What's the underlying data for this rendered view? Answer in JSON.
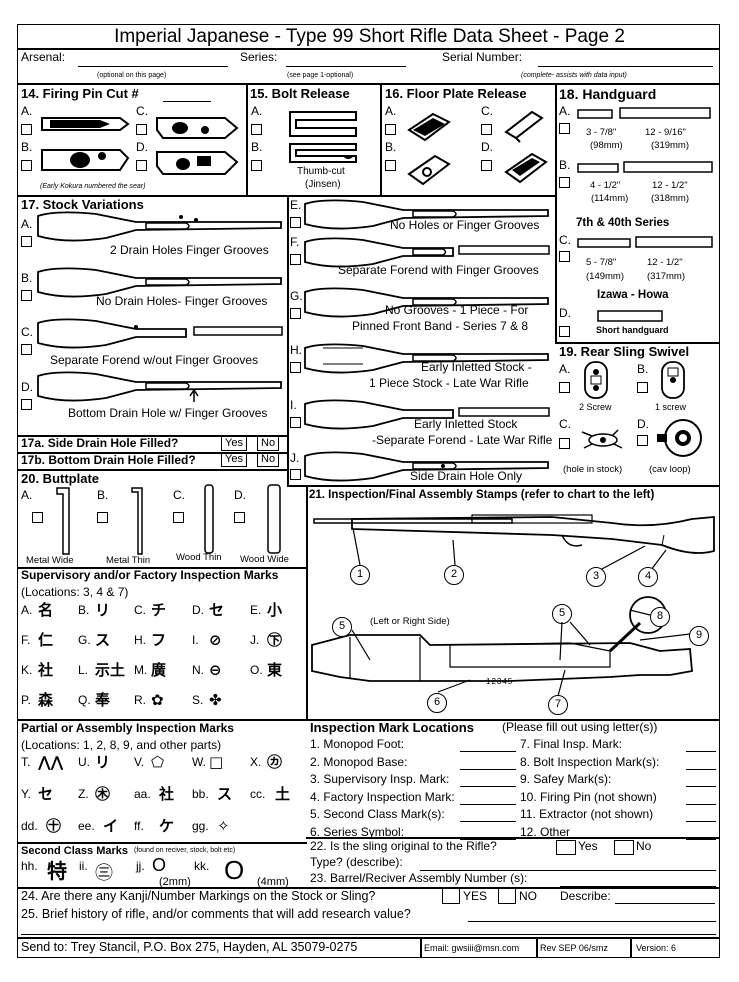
{
  "title": "Imperial Japanese - Type 99 Short Rifle Data Sheet - Page 2",
  "top": {
    "arsenal": "Arsenal:",
    "series": "Series:",
    "serial": "Serial Number:",
    "arsenal_note": "(optional on this page)",
    "series_note": "(see page 1-optional)",
    "serial_note": "(complete- assists with data input)"
  },
  "s14": {
    "title": "14. Firing Pin Cut #",
    "a": "A.",
    "b": "B.",
    "c": "C.",
    "d": "D.",
    "note": "(Early Kokura numbered the sear)"
  },
  "s15": {
    "title": "15. Bolt Release",
    "a": "A.",
    "b": "B.",
    "cap1": "Thumb-cut",
    "cap2": "(Jinsen)"
  },
  "s16": {
    "title": "16. Floor Plate Release",
    "a": "A.",
    "b": "B.",
    "c": "C.",
    "d": "D."
  },
  "s18": {
    "title": "18. Handguard",
    "a": "A.",
    "b": "B.",
    "c": "C.",
    "d": "D.",
    "a1": "3 - 7/8\"",
    "a1m": "(98mm)",
    "a2": "12 - 9/16\"",
    "a2m": "(319mm)",
    "b1": "4 - 1/2\"",
    "b1m": "(114mm)",
    "b2": "12 - 1/2\"",
    "b2m": "(318mm)",
    "series": "7th & 40th Series",
    "c1": "5 - 7/8\"",
    "c1m": "(149mm)",
    "c2": "12 - 1/2\"",
    "c2m": "(317mm)",
    "izawa": "Izawa - Howa",
    "short": "Short handguard"
  },
  "s17": {
    "title": "17. Stock Variations",
    "a": "A.",
    "b": "B.",
    "c": "C.",
    "d": "D.",
    "e": "E.",
    "f": "F.",
    "g": "G.",
    "h": "H.",
    "i": "I.",
    "j": "J.",
    "a_cap": "2 Drain Holes Finger Grooves",
    "b_cap": "No Drain Holes- Finger Grooves",
    "c_cap": "Separate Forend w/out Finger Grooves",
    "d_cap": "Bottom Drain Hole w/ Finger Grooves",
    "e_cap": "No Holes or Finger Grooves",
    "f_cap": "Separate Forend with Finger Grooves",
    "g_cap1": "No Grooves - 1 Piece - For",
    "g_cap2": "Pinned Front Band - Series 7 & 8",
    "h_cap1": "Early Inletted Stock -",
    "h_cap2": "1 Piece Stock - Late War Rifle",
    "i_cap1": "Early Inletted Stock",
    "i_cap2": "-Separate Forend - Late War Rifle",
    "j_cap": "Side Drain Hole Only"
  },
  "s17a": {
    "q": "17a. Side Drain Hole Filled?",
    "yes": "Yes",
    "no": "No"
  },
  "s17b": {
    "q": "17b. Bottom Drain Hole Filled?",
    "yes": "Yes",
    "no": "No"
  },
  "s19": {
    "title": "19. Rear Sling Swivel",
    "a": "A.",
    "b": "B.",
    "c": "C.",
    "d": "D.",
    "a_cap": "2 Screw",
    "b_cap": "1 screw",
    "c_cap": "(hole in stock)",
    "d_cap": "(cav loop)"
  },
  "s20": {
    "title": "20. Buttplate",
    "a": "A.",
    "b": "B.",
    "c": "C.",
    "d": "D.",
    "a_cap": "Metal Wide",
    "b_cap": "Metal Thin",
    "c_cap": "Wood Thin",
    "d_cap": "Wood Wide"
  },
  "s21": {
    "title": "21. Inspection/Final Assembly Stamps (refer to chart to the left)",
    "side": "(Left or Right Side)",
    "serial": "12345",
    "n1": "1",
    "n2": "2",
    "n3": "3",
    "n4": "4",
    "n5": "5",
    "n6": "6",
    "n7": "7",
    "n8": "8",
    "n9": "9"
  },
  "sup": {
    "title": "Supervisory and/or Factory Inspection Marks",
    "loc": "(Locations: 3, 4 & 7)",
    "rows": [
      [
        {
          "l": "A.",
          "k": "名"
        },
        {
          "l": "B.",
          "k": "リ"
        },
        {
          "l": "C.",
          "k": "チ"
        },
        {
          "l": "D.",
          "k": "セ"
        },
        {
          "l": "E.",
          "k": "小"
        }
      ],
      [
        {
          "l": "F.",
          "k": "仁"
        },
        {
          "l": "G.",
          "k": "ス"
        },
        {
          "l": "H.",
          "k": "フ"
        },
        {
          "l": "I.",
          "k": "⊘"
        },
        {
          "l": "J.",
          "k": "㊦"
        }
      ],
      [
        {
          "l": "K.",
          "k": "社"
        },
        {
          "l": "L.",
          "k": "示土"
        },
        {
          "l": "M.",
          "k": "廣"
        },
        {
          "l": "N.",
          "k": "⊖"
        },
        {
          "l": "O.",
          "k": "東"
        }
      ],
      [
        {
          "l": "P.",
          "k": "森"
        },
        {
          "l": "Q.",
          "k": "奉"
        },
        {
          "l": "R.",
          "k": "✿"
        },
        {
          "l": "S.",
          "k": "✤"
        }
      ]
    ]
  },
  "part": {
    "title": "Partial or Assembly Inspection Marks",
    "loc": "(Locations: 1, 2, 8, 9, and other parts)",
    "rows": [
      [
        {
          "l": "T.",
          "k": "⋀⋀"
        },
        {
          "l": "U.",
          "k": "リ"
        },
        {
          "l": "V.",
          "k": "⬠"
        },
        {
          "l": "W.",
          "k": "□"
        },
        {
          "l": "X.",
          "k": "㋕"
        }
      ],
      [
        {
          "l": "Y.",
          "k": "セ"
        },
        {
          "l": "Z.",
          "k": "㊍"
        },
        {
          "l": "aa.",
          "k": "社"
        },
        {
          "l": "bb.",
          "k": "ス"
        },
        {
          "l": "cc.",
          "k": "土"
        }
      ],
      [
        {
          "l": "dd.",
          "k": "㊉"
        },
        {
          "l": "ee.",
          "k": "イ"
        },
        {
          "l": "ff.",
          "k": "ケ"
        },
        {
          "l": "gg.",
          "k": "✧"
        }
      ]
    ]
  },
  "second": {
    "title": "Second Class Marks",
    "note": "(found on reciver, stock, bolt etc)",
    "hh": "hh.",
    "hh_k": "特",
    "ii": "ii.",
    "ii_k": "㊂",
    "jj": "jj.",
    "jj_k": "O",
    "jj_size": "(2mm)",
    "kk": "kk.",
    "kk_k": "O",
    "kk_size": "(4mm)"
  },
  "locs": {
    "title": "Inspection Mark Locations",
    "note": "(Please fill out using letter(s))",
    "left": [
      "1. Monopod Foot:",
      "2. Monopod Base:",
      "3. Supervisory Insp. Mark:",
      "4. Factory Inspection Mark:",
      "5. Second Class Mark(s):",
      "6. Series Symbol:"
    ],
    "right": [
      "7. Final Insp. Mark:",
      "8. Bolt Inspection Mark(s):",
      "9. Safey Mark(s):",
      "10. Firing Pin (not shown)",
      "11. Extractor (not shown)",
      "12. Other"
    ]
  },
  "q22": {
    "q": "22. Is the sling original to the Rifle?",
    "yes": "Yes",
    "no": "No",
    "type": "Type? (describe):"
  },
  "q23": "23. Barrel/Reciver Assembly Number (s):",
  "q24": {
    "q": "24. Are there any Kanji/Number Markings on the Stock or Sling?",
    "yes": "YES",
    "no": "NO",
    "describe": "Describe:"
  },
  "q25": "25. Brief history of rifle, and/or comments that will add research value?",
  "footer": {
    "send": "Send to: Trey Stancil, P.O. Box 275, Hayden, AL 35079-0275",
    "email": "Email: gwsiii@msn.com",
    "rev": "Rev SEP 06/smz",
    "version": "Version: 6"
  }
}
